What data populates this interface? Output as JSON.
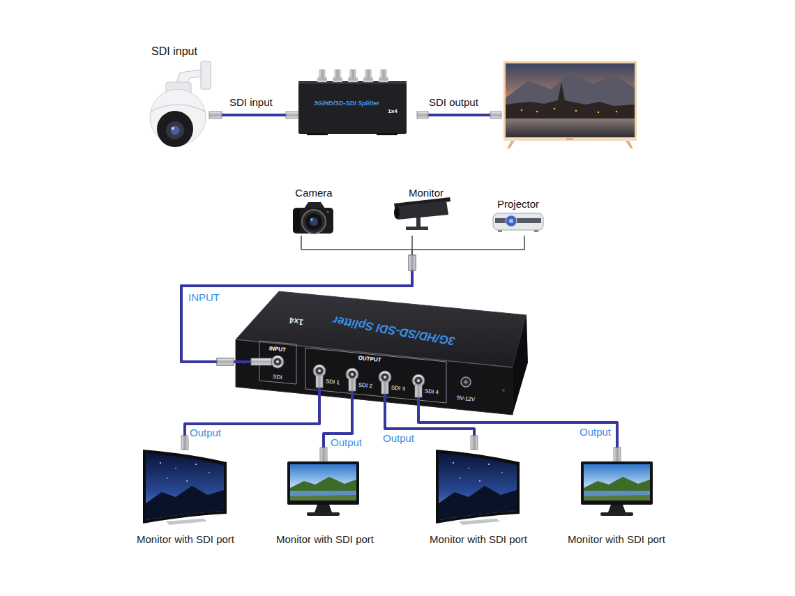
{
  "diagram": {
    "nodes": [
      {
        "text": [
          "SDI input"
        ]
      },
      {
        "text": [
          "3G/HD/SD-SDI Splitter",
          "1x4"
        ]
      },
      {
        "text": [
          "Camera"
        ]
      },
      {
        "text": [
          "Monitor"
        ]
      },
      {
        "text": [
          "Projector"
        ]
      },
      {
        "text": [
          "3G/HD/SD-SDI Splitter",
          "1x4",
          "INPUT",
          "SDI",
          "OUTPUT",
          "SDI 1",
          "SDI 2",
          "SDI 3",
          "SDI 4",
          "5V-12V"
        ]
      },
      {
        "text": [
          "Monitor with SDI port"
        ]
      },
      {
        "text": [
          "Monitor with SDI port"
        ]
      },
      {
        "text": [
          "Monitor with SDI port"
        ]
      },
      {
        "text": [
          "Monitor with SDI port"
        ]
      }
    ],
    "edges": [
      {
        "from": 0,
        "to": 1,
        "label": "SDI input",
        "arrow": "none"
      },
      {
        "from": 2,
        "to": 5,
        "label": "INPUT",
        "arrow": "none"
      },
      {
        "from": 3,
        "to": 5,
        "arrow": "none"
      },
      {
        "from": 4,
        "to": 5,
        "arrow": "none"
      },
      {
        "from": 5,
        "to": 6,
        "label": "Output",
        "arrow": "none"
      },
      {
        "from": 5,
        "to": 7,
        "label": "Output",
        "arrow": "none"
      },
      {
        "from": 5,
        "to": 8,
        "label": "Output",
        "arrow": "none"
      },
      {
        "from": 5,
        "to": 9,
        "label": "Output",
        "arrow": "none"
      }
    ],
    "labels": [
      "SDI output"
    ]
  }
}
